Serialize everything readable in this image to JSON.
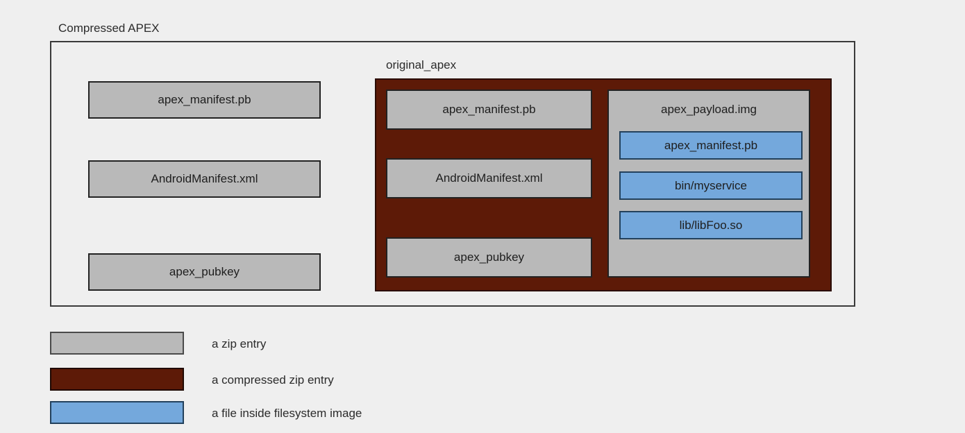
{
  "diagram": {
    "outer": {
      "label": "Compressed APEX"
    },
    "outer_entries": [
      {
        "label": "apex_manifest.pb"
      },
      {
        "label": "AndroidManifest.xml"
      },
      {
        "label": "apex_pubkey"
      }
    ],
    "compressed": {
      "label": "original_apex",
      "entries": [
        {
          "label": "apex_manifest.pb"
        },
        {
          "label": "AndroidManifest.xml"
        },
        {
          "label": "apex_pubkey"
        }
      ],
      "payload": {
        "label": "apex_payload.img",
        "files": [
          {
            "label": "apex_manifest.pb"
          },
          {
            "label": "bin/myservice"
          },
          {
            "label": "lib/libFoo.so"
          }
        ]
      }
    }
  },
  "legend": {
    "items": [
      {
        "label": "a zip entry",
        "color": "#b9b9b9"
      },
      {
        "label": "a compressed zip entry",
        "color": "#5d1a07"
      },
      {
        "label": "a file inside filesystem image",
        "color": "#74a8dc"
      }
    ]
  },
  "colors": {
    "background": "#efefef",
    "zip_entry": "#b9b9b9",
    "compressed_zip_entry": "#5d1a07",
    "filesystem_file": "#74a8dc",
    "outline": "#3a3a3a"
  }
}
